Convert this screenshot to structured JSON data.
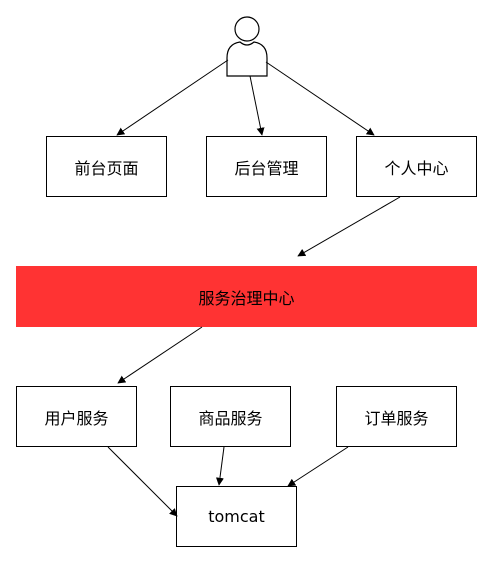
{
  "nodes": {
    "frontend": "前台页面",
    "backend": "后台管理",
    "personal": "个人中心",
    "governance": "服务治理中心",
    "user_service": "用户服务",
    "product_service": "商品服务",
    "order_service": "订单服务",
    "tomcat": "tomcat"
  },
  "colors": {
    "governance_fill": "#ff3333",
    "stroke": "#000000"
  },
  "icons": {
    "actor": "user-icon"
  }
}
